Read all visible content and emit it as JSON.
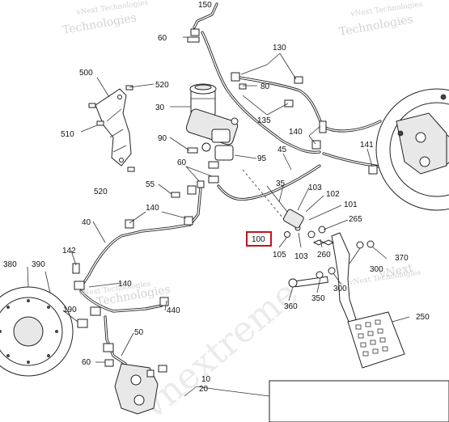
{
  "diagram": {
    "labels": [
      "150",
      "60",
      "130",
      "500",
      "520",
      "80",
      "30",
      "135",
      "510",
      "90",
      "95",
      "140",
      "141",
      "45",
      "55",
      "60",
      "35",
      "103",
      "102",
      "520",
      "101",
      "140",
      "265",
      "40",
      "100",
      "105",
      "103",
      "260",
      "142",
      "380",
      "390",
      "140",
      "190",
      "300",
      "370",
      "440",
      "50",
      "360",
      "350",
      "300",
      "250",
      "60",
      "10",
      "20"
    ],
    "highlighted_label": "100",
    "watermarks": {
      "brand": "vNext Technologies",
      "brand_word": "Technologies",
      "brand_prefix": "vNext",
      "big": "vnextreme"
    }
  }
}
